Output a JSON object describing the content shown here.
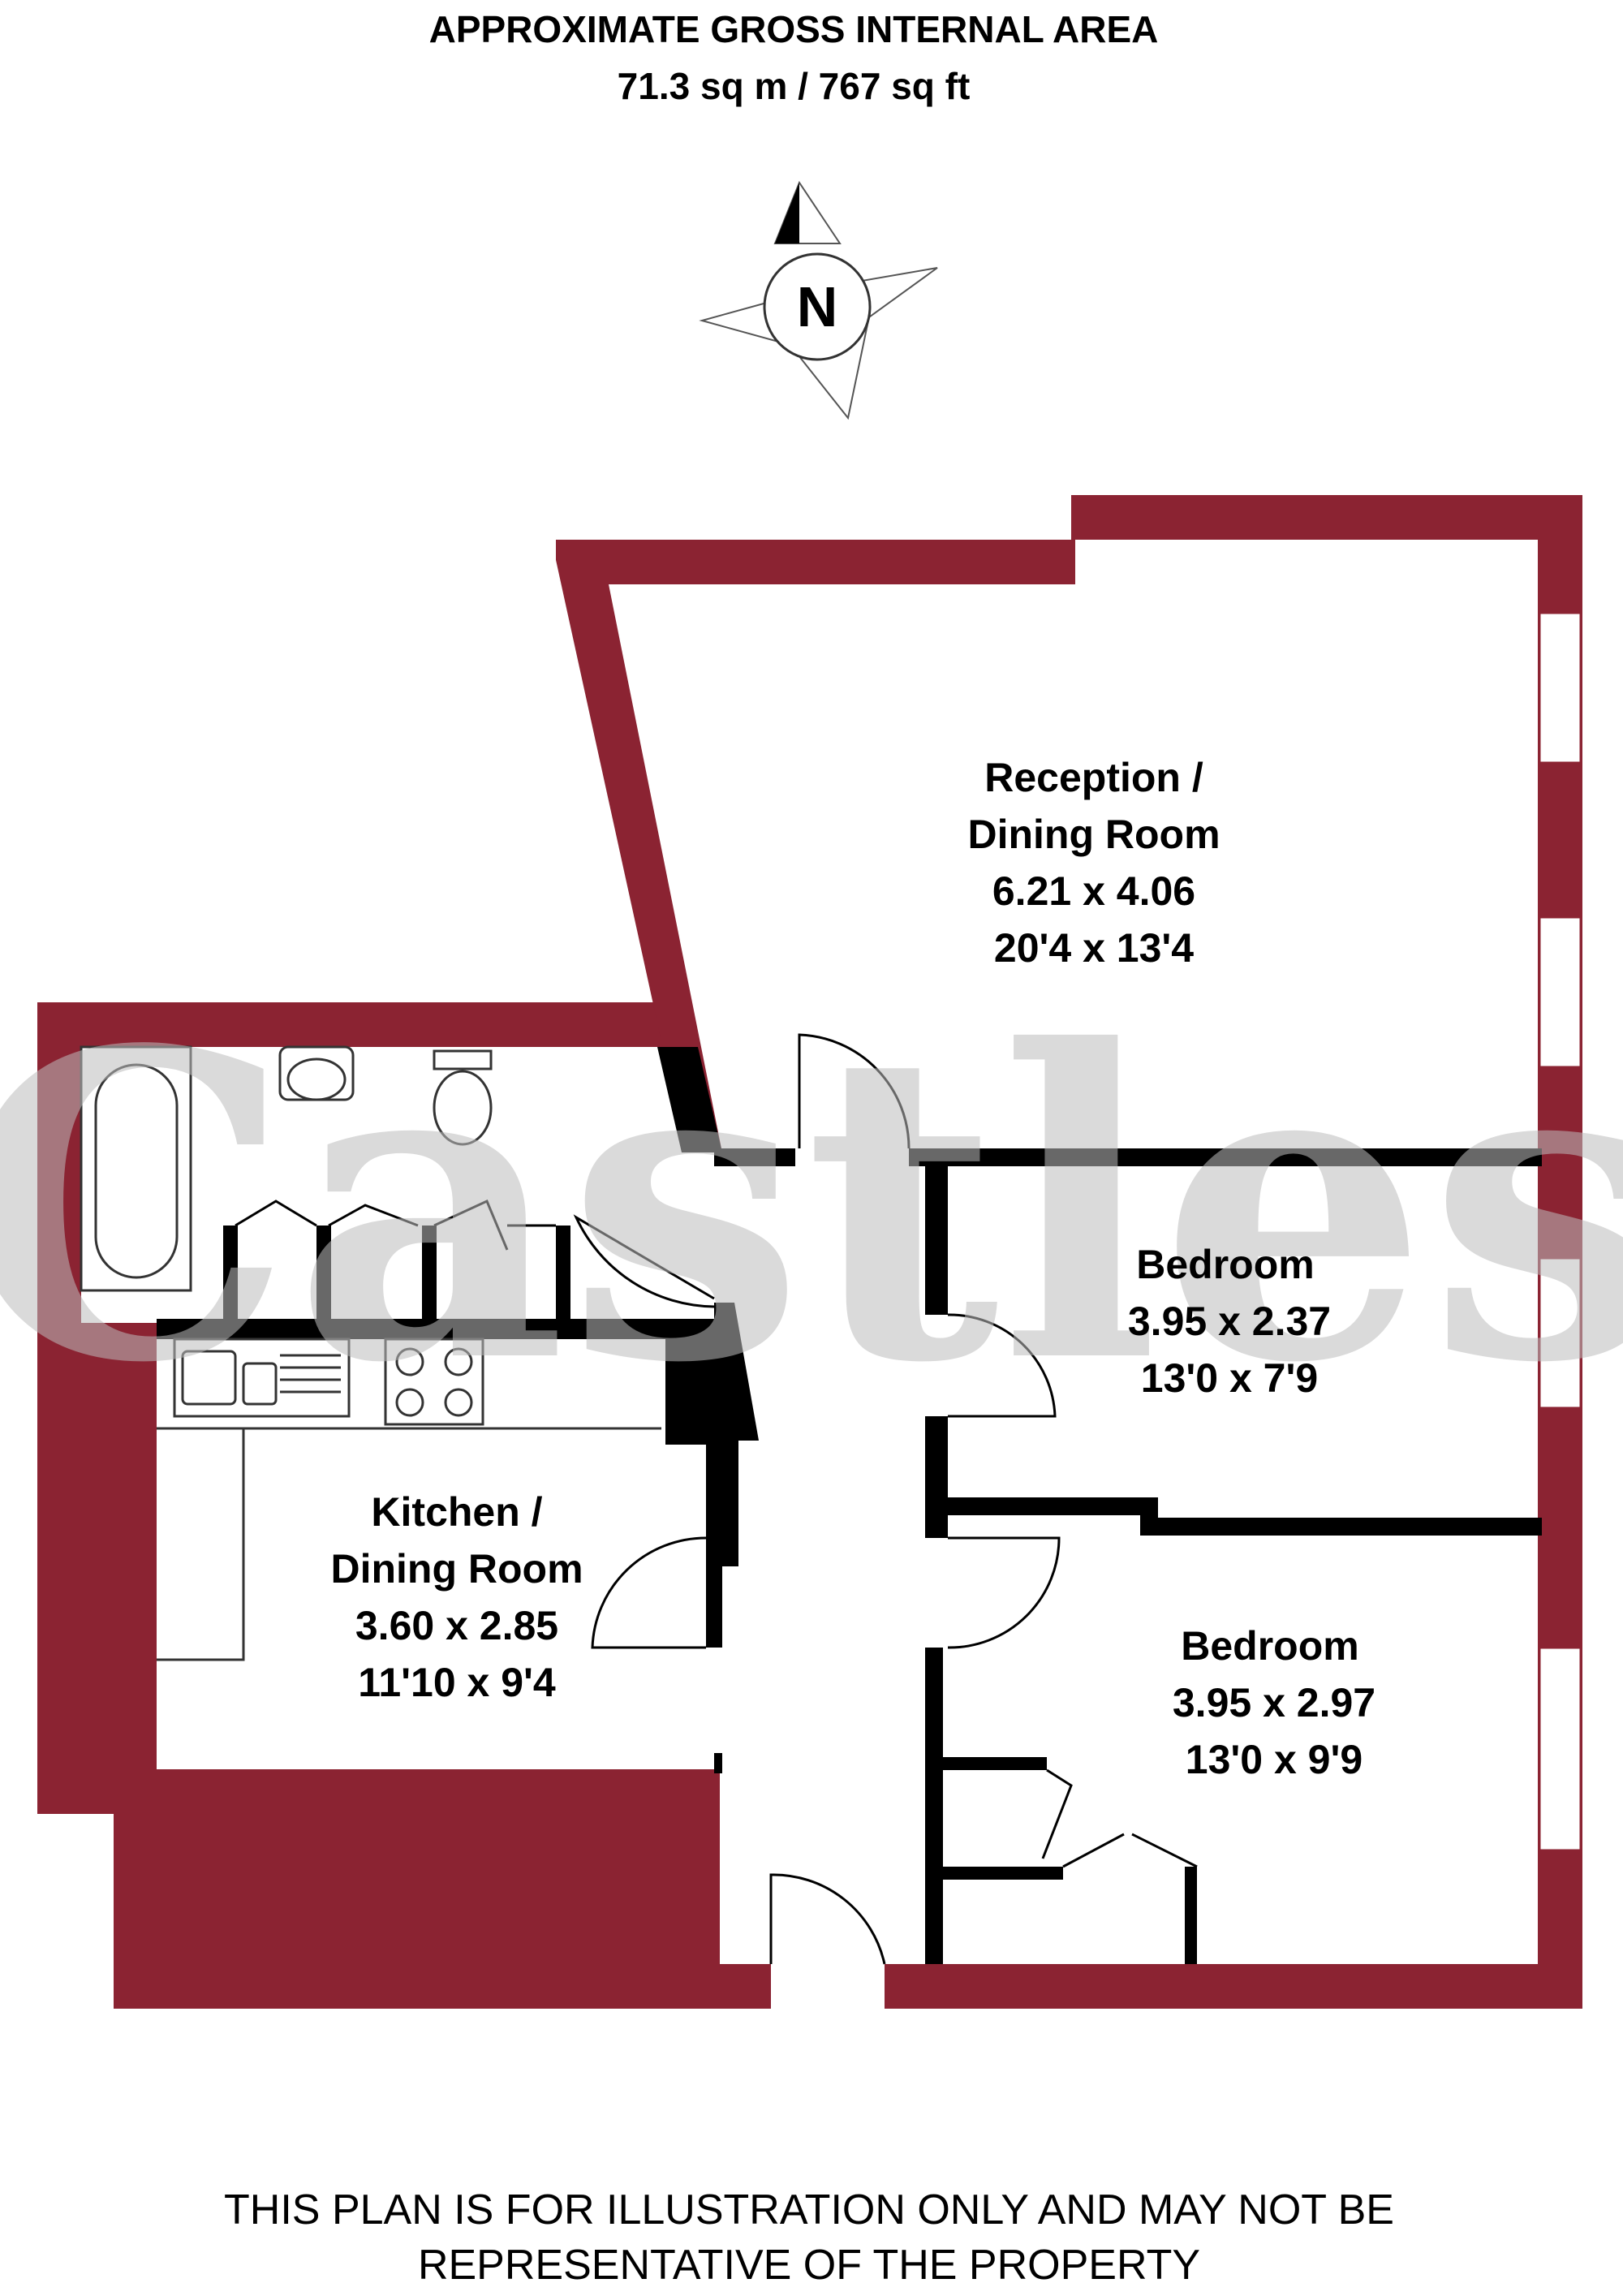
{
  "header": {
    "title": "APPROXIMATE GROSS INTERNAL AREA",
    "area": "71.3 sq m / 767 sq ft"
  },
  "compass": {
    "label": "N"
  },
  "watermark": {
    "text": "Castles"
  },
  "rooms": {
    "reception": {
      "name_line1": "Reception /",
      "name_line2": "Dining Room",
      "metric": "6.21 x 4.06",
      "imperial": "20'4 x 13'4"
    },
    "bedroom1": {
      "name": "Bedroom",
      "metric": "3.95 x 2.37",
      "imperial": "13'0 x 7'9"
    },
    "bedroom2": {
      "name": "Bedroom",
      "metric": "3.95 x 2.97",
      "imperial": "13'0 x 9'9"
    },
    "kitchen": {
      "name_line1": "Kitchen /",
      "name_line2": "Dining Room",
      "metric": "3.60 x 2.85",
      "imperial": "11'10 x 9'4"
    }
  },
  "footer": {
    "line1": "THIS PLAN IS FOR ILLUSTRATION ONLY AND MAY NOT BE",
    "line2": "REPRESENTATIVE OF THE PROPERTY"
  },
  "colors": {
    "wall": "#8b2332",
    "interior_wall": "#000000",
    "watermark": "#bdbdbd"
  }
}
